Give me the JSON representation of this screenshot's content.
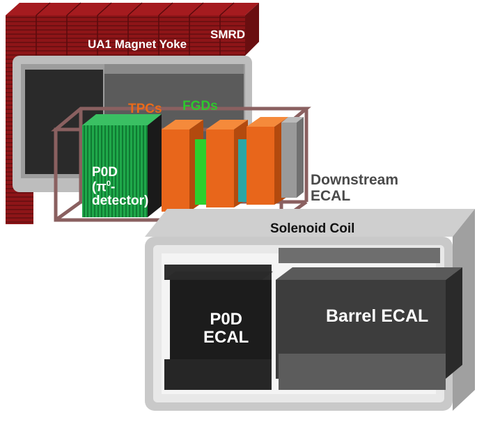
{
  "labels": {
    "yoke": "UA1 Magnet Yoke",
    "smrd": "SMRD",
    "tpcs": "TPCs",
    "fgds": "FGDs",
    "p0d_line1": "P0D",
    "p0d_line2_prefix": "(π",
    "p0d_line2_sup": "0",
    "p0d_line2_suffix": "-",
    "p0d_line3": "detector)",
    "downstream_line1": "Downstream",
    "downstream_line2": "ECAL",
    "solenoid": "Solenoid Coil",
    "p0d_ecal_line1": "P0D",
    "p0d_ecal_line2": "ECAL",
    "barrel_ecal": "Barrel ECAL"
  },
  "colors": {
    "yoke_red": "#8e1518",
    "yoke_red_dark": "#6a0e10",
    "frame_gray": "#b8b8b8",
    "frame_light": "#d7d7d7",
    "tpc_orange": "#e8661b",
    "fgd_green": "#2dcf2d",
    "p0d_green": "#1fa84a",
    "ecal_dark": "#3c3c3c",
    "ecal_black": "#1b1b1b",
    "tpcs_label": "#ea6a1a",
    "fgds_label": "#2ec72e"
  }
}
